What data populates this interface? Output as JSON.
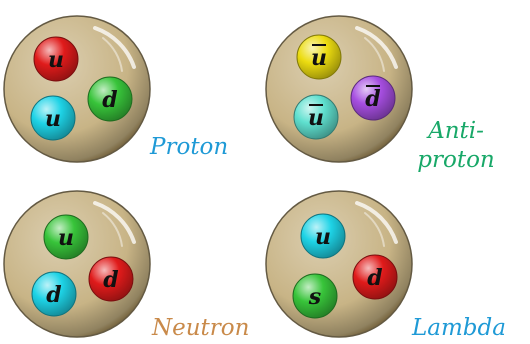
{
  "particles": [
    {
      "name": "Proton",
      "label_color": "#1f9ad6",
      "quarks": [
        {
          "symbol": "u",
          "bar": false,
          "color": "#e01b1b"
        },
        {
          "symbol": "u",
          "bar": false,
          "color": "#1ed3e6"
        },
        {
          "symbol": "d",
          "bar": false,
          "color": "#38c43a"
        }
      ]
    },
    {
      "name": "Anti-proton",
      "label_lines": [
        "Anti-",
        "proton"
      ],
      "label_color": "#18a868",
      "quarks": [
        {
          "symbol": "u",
          "bar": true,
          "color": "#ecdc10"
        },
        {
          "symbol": "u",
          "bar": true,
          "color": "#5fe0cf"
        },
        {
          "symbol": "d",
          "bar": true,
          "color": "#a64ee0"
        }
      ]
    },
    {
      "name": "Neutron",
      "label_color": "#c98a4a",
      "quarks": [
        {
          "symbol": "u",
          "bar": false,
          "color": "#38c43a"
        },
        {
          "symbol": "d",
          "bar": false,
          "color": "#1ed3e6"
        },
        {
          "symbol": "d",
          "bar": false,
          "color": "#e01b1b"
        }
      ]
    },
    {
      "name": "Lambda",
      "label_color": "#1f9ad6",
      "quarks": [
        {
          "symbol": "u",
          "bar": false,
          "color": "#1ed3e6"
        },
        {
          "symbol": "s",
          "bar": false,
          "color": "#38c43a"
        },
        {
          "symbol": "d",
          "bar": false,
          "color": "#e01b1b"
        }
      ]
    }
  ],
  "colors": {
    "shell": "#c8b486",
    "shell_edge": "#6e5a32",
    "quark_text": "#111111"
  }
}
